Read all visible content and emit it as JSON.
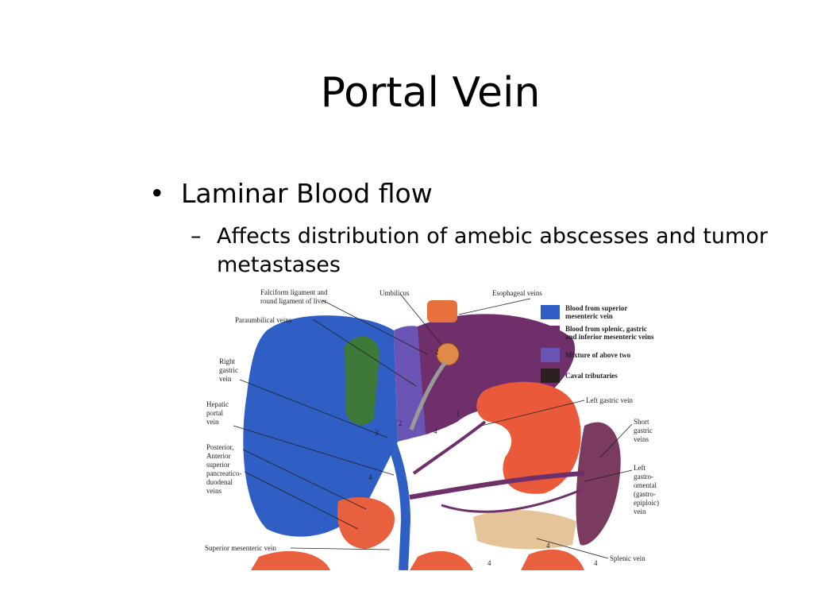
{
  "slide": {
    "title": "Portal Vein",
    "bullet_symbol": "•",
    "bullet_text": "Laminar Blood flow",
    "sub_symbol": "–",
    "sub_text": "Affects distribution of amebic abscesses and tumor metastases"
  },
  "figure": {
    "labels": {
      "falciform": [
        "Falciform ligament and",
        "round ligament of liver"
      ],
      "umbilicus": "Umbilicus",
      "esophageal": "Esophageal veins",
      "paraumbilical": "Paraumbilical veins",
      "right_gastric": [
        "Right",
        "gastric",
        "vein"
      ],
      "hepatic_portal": [
        "Hepatic",
        "portal",
        "vein"
      ],
      "posterior": [
        "Posterior,",
        "Anterior",
        "superior",
        "pancreatico-",
        "duodenal",
        "veins"
      ],
      "left_gastric": "Left gastric vein",
      "short_gastric": [
        "Short",
        "gastric",
        "veins"
      ],
      "left_gastro": [
        "Left",
        "gastro-",
        "omental",
        "(gastro-",
        "epiploic)",
        "vein"
      ],
      "superior_mesenteric": "Superior mesenteric vein",
      "splenic": "Splenic vein"
    },
    "numbers": [
      "1",
      "2",
      "2",
      "3",
      "4",
      "4",
      "4",
      "4",
      "4"
    ],
    "legend": [
      {
        "text": [
          "Blood from superior",
          "mesenteric vein"
        ],
        "color": "#2f5fc4"
      },
      {
        "text": [
          "Blood from splenic, gastric",
          "and inferior mesenteric veins"
        ],
        "color": "#6e2f6b"
      },
      {
        "text": [
          "Mixture of above two"
        ],
        "color": "#6a55b5"
      },
      {
        "text": [
          "Caval tributaries"
        ],
        "color": "#2a2020"
      }
    ]
  }
}
